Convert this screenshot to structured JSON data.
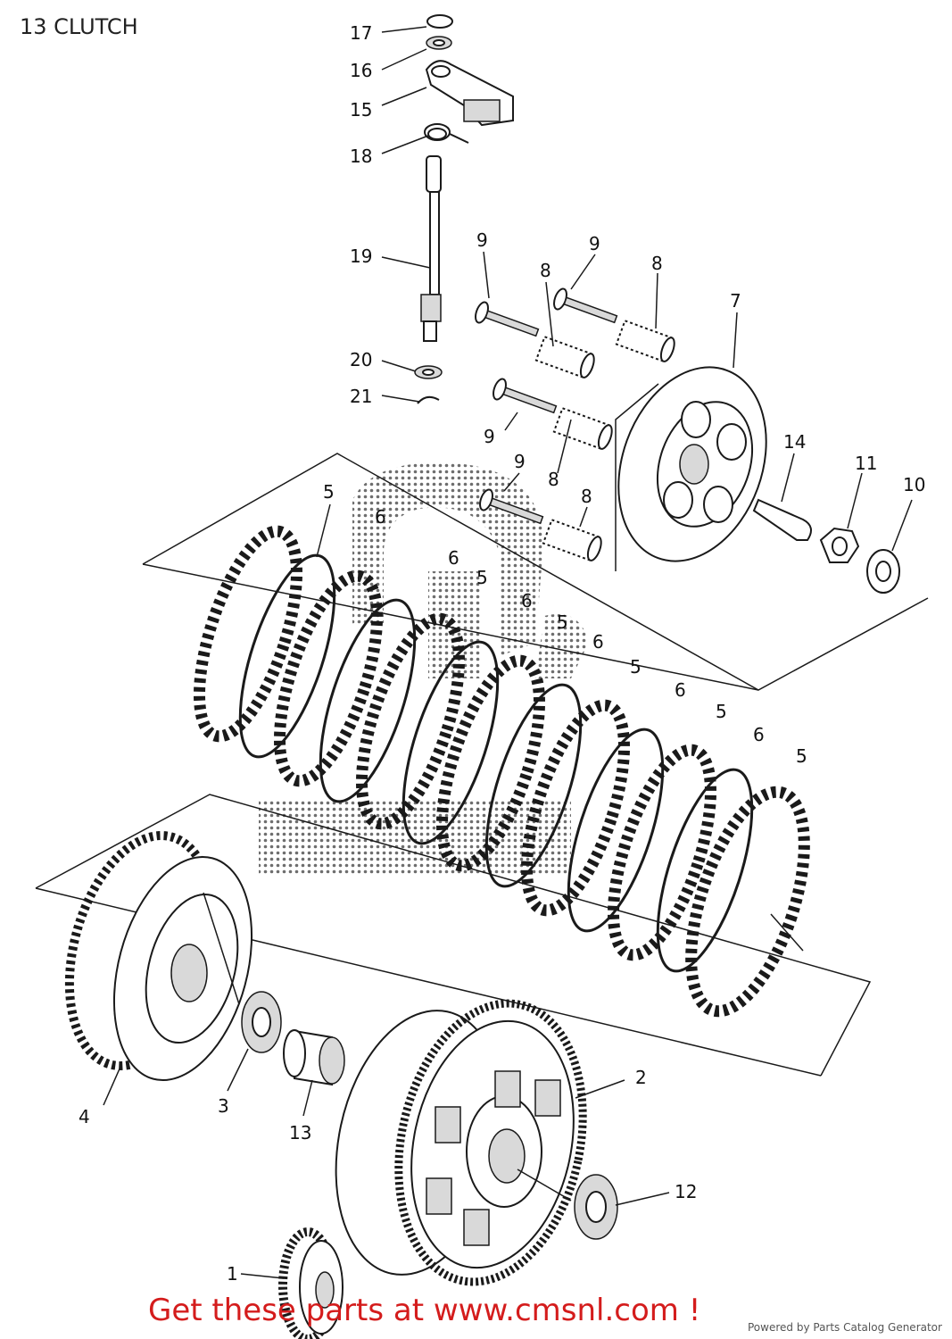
{
  "page": {
    "title": "13 CLUTCH",
    "promo_text": "Get these parts at www.cmsnl.com !",
    "powered_by": "Powered by Parts Catalog Generator"
  },
  "callouts": [
    {
      "id": "c17",
      "label": "17"
    },
    {
      "id": "c16",
      "label": "16"
    },
    {
      "id": "c15",
      "label": "15"
    },
    {
      "id": "c18",
      "label": "18"
    },
    {
      "id": "c19",
      "label": "19"
    },
    {
      "id": "c20",
      "label": "20"
    },
    {
      "id": "c21",
      "label": "21"
    },
    {
      "id": "c9a",
      "label": "9"
    },
    {
      "id": "c9b",
      "label": "9"
    },
    {
      "id": "c9c",
      "label": "9"
    },
    {
      "id": "c9d",
      "label": "9"
    },
    {
      "id": "c8a",
      "label": "8"
    },
    {
      "id": "c8b",
      "label": "8"
    },
    {
      "id": "c8c",
      "label": "8"
    },
    {
      "id": "c8d",
      "label": "8"
    },
    {
      "id": "c7",
      "label": "7"
    },
    {
      "id": "c14",
      "label": "14"
    },
    {
      "id": "c11",
      "label": "11"
    },
    {
      "id": "c10",
      "label": "10"
    },
    {
      "id": "c5a",
      "label": "5"
    },
    {
      "id": "c6a",
      "label": "6"
    },
    {
      "id": "c6b",
      "label": "6"
    },
    {
      "id": "c5b",
      "label": "5"
    },
    {
      "id": "c6c",
      "label": "6"
    },
    {
      "id": "c5c",
      "label": "5"
    },
    {
      "id": "c6d",
      "label": "6"
    },
    {
      "id": "c5d",
      "label": "5"
    },
    {
      "id": "c6e",
      "label": "6"
    },
    {
      "id": "c5e",
      "label": "5"
    },
    {
      "id": "c6f",
      "label": "6"
    },
    {
      "id": "c5f",
      "label": "5"
    },
    {
      "id": "c4",
      "label": "4"
    },
    {
      "id": "c3",
      "label": "3"
    },
    {
      "id": "c13",
      "label": "13"
    },
    {
      "id": "c2",
      "label": "2"
    },
    {
      "id": "c12",
      "label": "12"
    },
    {
      "id": "c1",
      "label": "1"
    }
  ]
}
